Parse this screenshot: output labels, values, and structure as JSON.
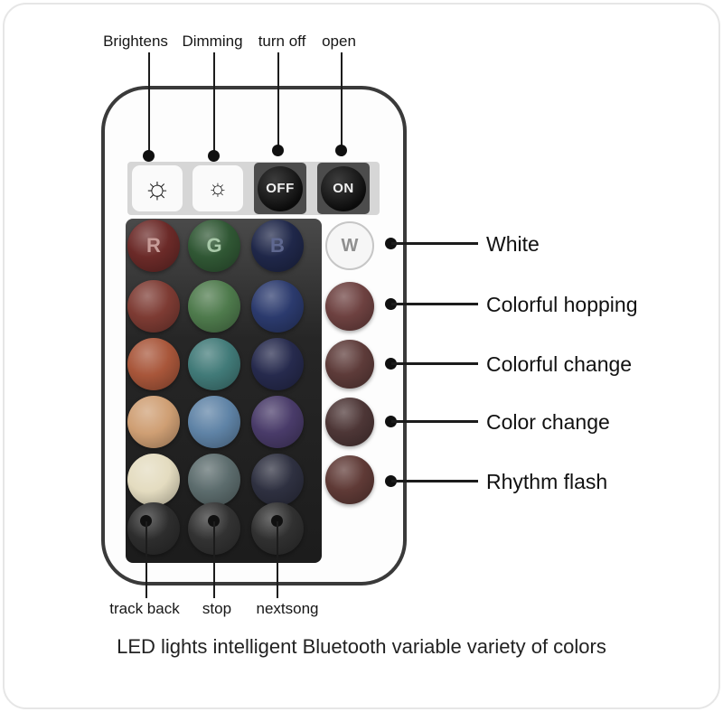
{
  "caption": "LED lights intelligent Bluetooth variable variety of colors",
  "top_annotations": [
    {
      "label": "Brightens"
    },
    {
      "label": "Dimming"
    },
    {
      "label": "turn off"
    },
    {
      "label": "open"
    }
  ],
  "bottom_annotations": [
    {
      "label": "track back"
    },
    {
      "label": "stop"
    },
    {
      "label": "nextsong"
    }
  ],
  "right_annotations": [
    {
      "label": "White"
    },
    {
      "label": "Colorful hopping"
    },
    {
      "label": "Colorful change"
    },
    {
      "label": "Color change"
    },
    {
      "label": "Rhythm flash"
    }
  ],
  "remote": {
    "power_buttons": {
      "brightness_up_icon": "☼",
      "brightness_down_icon": "☼",
      "off_label": "OFF",
      "on_label": "ON"
    },
    "grid": [
      {
        "row": 0,
        "col": 0,
        "name": "red-button",
        "label": "R",
        "color": "#6b2a28",
        "label_color": "#c79c98"
      },
      {
        "row": 0,
        "col": 1,
        "name": "green-button",
        "label": "G",
        "color": "#305734",
        "label_color": "#a9c9a9"
      },
      {
        "row": 0,
        "col": 2,
        "name": "blue-button",
        "label": "B",
        "color": "#1f2749",
        "label_color": "#5f6890"
      },
      {
        "row": 0,
        "col": 3,
        "name": "white-button",
        "label": "W",
        "color": "#f6f6f6",
        "label_color": "#8f8f8f",
        "ring": "#c6c6c6"
      },
      {
        "row": 1,
        "col": 0,
        "name": "color-button",
        "color": "#7d3b33"
      },
      {
        "row": 1,
        "col": 1,
        "name": "color-button",
        "color": "#4e7a4c"
      },
      {
        "row": 1,
        "col": 2,
        "name": "color-button",
        "color": "#2b3a6d"
      },
      {
        "row": 1,
        "col": 3,
        "name": "colorful-hopping-button",
        "color": "#6d4140"
      },
      {
        "row": 2,
        "col": 0,
        "name": "color-button",
        "color": "#a8563a"
      },
      {
        "row": 2,
        "col": 1,
        "name": "color-button",
        "color": "#417a78"
      },
      {
        "row": 2,
        "col": 2,
        "name": "color-button",
        "color": "#262a4d"
      },
      {
        "row": 2,
        "col": 3,
        "name": "colorful-change-button",
        "color": "#5d3b39"
      },
      {
        "row": 3,
        "col": 0,
        "name": "color-button",
        "color": "#cf9f74"
      },
      {
        "row": 3,
        "col": 1,
        "name": "color-button",
        "color": "#5f83a6"
      },
      {
        "row": 3,
        "col": 2,
        "name": "color-button",
        "color": "#493b69"
      },
      {
        "row": 3,
        "col": 3,
        "name": "color-change-button",
        "color": "#4d3636"
      },
      {
        "row": 4,
        "col": 0,
        "name": "color-button",
        "color": "#e4dcc0"
      },
      {
        "row": 4,
        "col": 1,
        "name": "color-button",
        "color": "#5c6c6d"
      },
      {
        "row": 4,
        "col": 2,
        "name": "color-button",
        "color": "#2e3040"
      },
      {
        "row": 4,
        "col": 3,
        "name": "rhythm-flash-button",
        "color": "#5f3a36"
      },
      {
        "row": 5,
        "col": 0,
        "name": "track-back-button",
        "color": "#2d2d2d"
      },
      {
        "row": 5,
        "col": 1,
        "name": "stop-button",
        "color": "#323232"
      },
      {
        "row": 5,
        "col": 2,
        "name": "next-song-button",
        "color": "#303030"
      }
    ]
  },
  "colors": {
    "leader_line": "#1a1a1a",
    "panel_dark": "#262626",
    "strip_gray": "#d6d6d6",
    "remote_outline": "#3a3a3a"
  }
}
